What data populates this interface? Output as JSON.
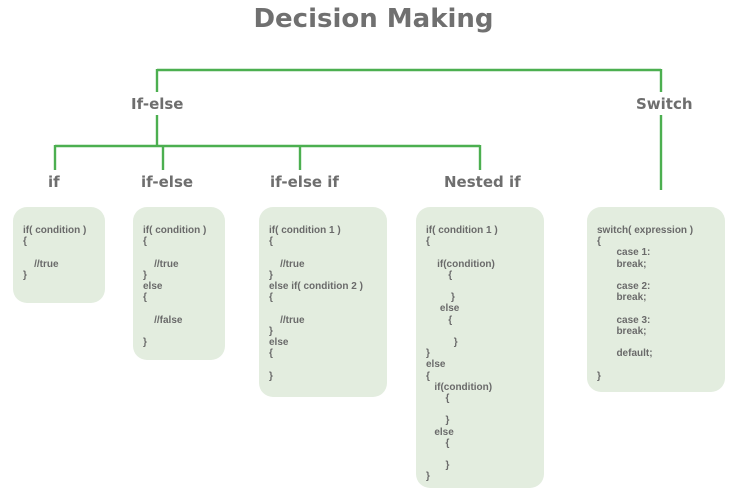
{
  "title": "Decision Making",
  "colors": {
    "connector": "#4caf50",
    "box_fill": "#e3eddf",
    "text": "#6e6e6e"
  },
  "categories": {
    "if_else": "If-else",
    "switch": "Switch"
  },
  "types": {
    "if": "if",
    "if_else": "if-else",
    "if_else_if": "if-else if",
    "nested_if": "Nested if"
  },
  "code": {
    "if": "if( condition )\n{\n\n    //true\n}",
    "if_else": "if( condition )\n{\n\n    //true\n}\nelse\n{\n\n    //false\n\n}",
    "if_else_if": "if( condition 1 )\n{\n\n    //true\n}\nelse if( condition 2 )\n{\n\n    //true\n}\nelse\n{\n\n}",
    "nested_if": "if( condition 1 )\n{\n\n    if(condition)\n        {\n\n         }\n     else\n        {\n\n          }\n}\nelse\n{\n   if(condition)\n       {\n\n       }\n   else\n       {\n\n       }\n}",
    "switch": "switch( expression )\n{\n       case 1:\n       break;\n\n       case 2:\n       break;\n\n       case 3:\n       break;\n\n       default;\n\n}"
  }
}
